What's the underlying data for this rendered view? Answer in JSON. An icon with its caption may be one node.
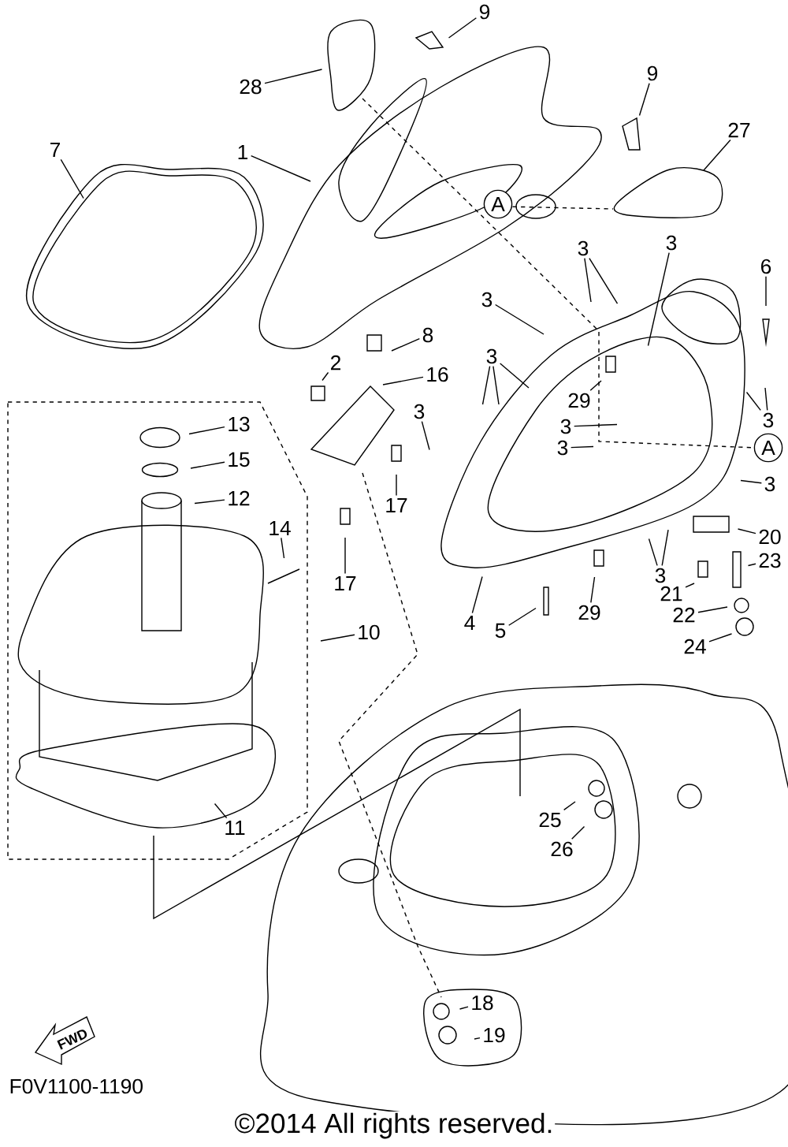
{
  "diagram": {
    "nodes": [
      {
        "text": [
          "9"
        ]
      },
      {
        "text": [
          "9"
        ]
      },
      {
        "text": [
          "28"
        ]
      },
      {
        "text": [
          "27"
        ]
      },
      {
        "text": [
          "7"
        ]
      },
      {
        "text": [
          "1"
        ]
      },
      {
        "text": [
          "A"
        ]
      },
      {
        "text": [
          "3"
        ]
      },
      {
        "text": [
          "3"
        ]
      },
      {
        "text": [
          "6"
        ]
      },
      {
        "text": [
          "3"
        ]
      },
      {
        "text": [
          "8"
        ]
      },
      {
        "text": [
          "3"
        ]
      },
      {
        "text": [
          "2"
        ]
      },
      {
        "text": [
          "16"
        ]
      },
      {
        "text": [
          "29"
        ]
      },
      {
        "text": [
          "3"
        ]
      },
      {
        "text": [
          "3"
        ]
      },
      {
        "text": [
          "13"
        ]
      },
      {
        "text": [
          "3"
        ]
      },
      {
        "text": [
          "3"
        ]
      },
      {
        "text": [
          "A"
        ]
      },
      {
        "text": [
          "15"
        ]
      },
      {
        "text": [
          "3"
        ]
      },
      {
        "text": [
          "12"
        ]
      },
      {
        "text": [
          "17"
        ]
      },
      {
        "text": [
          "14"
        ]
      },
      {
        "text": [
          "20"
        ]
      },
      {
        "text": [
          "23"
        ]
      },
      {
        "text": [
          "3"
        ]
      },
      {
        "text": [
          "17"
        ]
      },
      {
        "text": [
          "21"
        ]
      },
      {
        "text": [
          "29"
        ]
      },
      {
        "text": [
          "22"
        ]
      },
      {
        "text": [
          "4"
        ]
      },
      {
        "text": [
          "5"
        ]
      },
      {
        "text": [
          "10"
        ]
      },
      {
        "text": [
          "24"
        ]
      },
      {
        "text": [
          "25"
        ]
      },
      {
        "text": [
          "11"
        ]
      },
      {
        "text": [
          "26"
        ]
      },
      {
        "text": [
          "18"
        ]
      },
      {
        "text": [
          "19"
        ]
      }
    ],
    "edges": [
      {
        "from": 0,
        "to": null,
        "arrow": "none"
      },
      {
        "from": 1,
        "to": null,
        "arrow": "none"
      },
      {
        "from": 2,
        "to": null,
        "arrow": "none"
      },
      {
        "from": 3,
        "to": null,
        "arrow": "none"
      },
      {
        "from": 4,
        "to": null,
        "arrow": "none"
      },
      {
        "from": 5,
        "to": null,
        "arrow": "none"
      },
      {
        "from": 7,
        "to": null,
        "arrow": "none"
      },
      {
        "from": 8,
        "to": null,
        "arrow": "none"
      },
      {
        "from": 8,
        "to": null,
        "arrow": "none"
      },
      {
        "from": 9,
        "to": null,
        "arrow": "none"
      },
      {
        "from": 10,
        "to": null,
        "arrow": "none"
      },
      {
        "from": 11,
        "to": null,
        "arrow": "none"
      },
      {
        "from": 12,
        "to": null,
        "arrow": "none"
      },
      {
        "from": 12,
        "to": null,
        "arrow": "none"
      },
      {
        "from": 12,
        "to": null,
        "arrow": "none"
      },
      {
        "from": 13,
        "to": null,
        "arrow": "none"
      },
      {
        "from": 14,
        "to": null,
        "arrow": "none"
      },
      {
        "from": 15,
        "to": null,
        "arrow": "none"
      },
      {
        "from": 16,
        "to": null,
        "arrow": "none"
      },
      {
        "from": 16,
        "to": null,
        "arrow": "none"
      },
      {
        "from": 17,
        "to": null,
        "arrow": "none"
      },
      {
        "from": 18,
        "to": null,
        "arrow": "none"
      },
      {
        "from": 19,
        "to": null,
        "arrow": "none"
      },
      {
        "from": 20,
        "to": null,
        "arrow": "none"
      },
      {
        "from": 22,
        "to": null,
        "arrow": "none"
      },
      {
        "from": 23,
        "to": null,
        "arrow": "none"
      },
      {
        "from": 24,
        "to": null,
        "arrow": "none"
      },
      {
        "from": 25,
        "to": null,
        "arrow": "none"
      },
      {
        "from": 26,
        "to": null,
        "arrow": "none"
      },
      {
        "from": 27,
        "to": null,
        "arrow": "none"
      },
      {
        "from": 28,
        "to": null,
        "arrow": "none"
      },
      {
        "from": 29,
        "to": null,
        "arrow": "none"
      },
      {
        "from": 29,
        "to": null,
        "arrow": "none"
      },
      {
        "from": 30,
        "to": null,
        "arrow": "none"
      },
      {
        "from": 31,
        "to": null,
        "arrow": "none"
      },
      {
        "from": 32,
        "to": null,
        "arrow": "none"
      },
      {
        "from": 33,
        "to": null,
        "arrow": "none"
      },
      {
        "from": 34,
        "to": null,
        "arrow": "none"
      },
      {
        "from": 35,
        "to": null,
        "arrow": "none"
      },
      {
        "from": 36,
        "to": null,
        "arrow": "none"
      },
      {
        "from": 37,
        "to": null,
        "arrow": "none"
      },
      {
        "from": 38,
        "to": null,
        "arrow": "none"
      },
      {
        "from": 39,
        "to": null,
        "arrow": "none"
      },
      {
        "from": 40,
        "to": null,
        "arrow": "none"
      },
      {
        "from": 41,
        "to": null,
        "arrow": "none"
      },
      {
        "from": 42,
        "to": null,
        "arrow": "none"
      }
    ],
    "labels": [
      "FWD",
      "F0V1100-1190",
      "©2014 All rights reserved."
    ]
  }
}
